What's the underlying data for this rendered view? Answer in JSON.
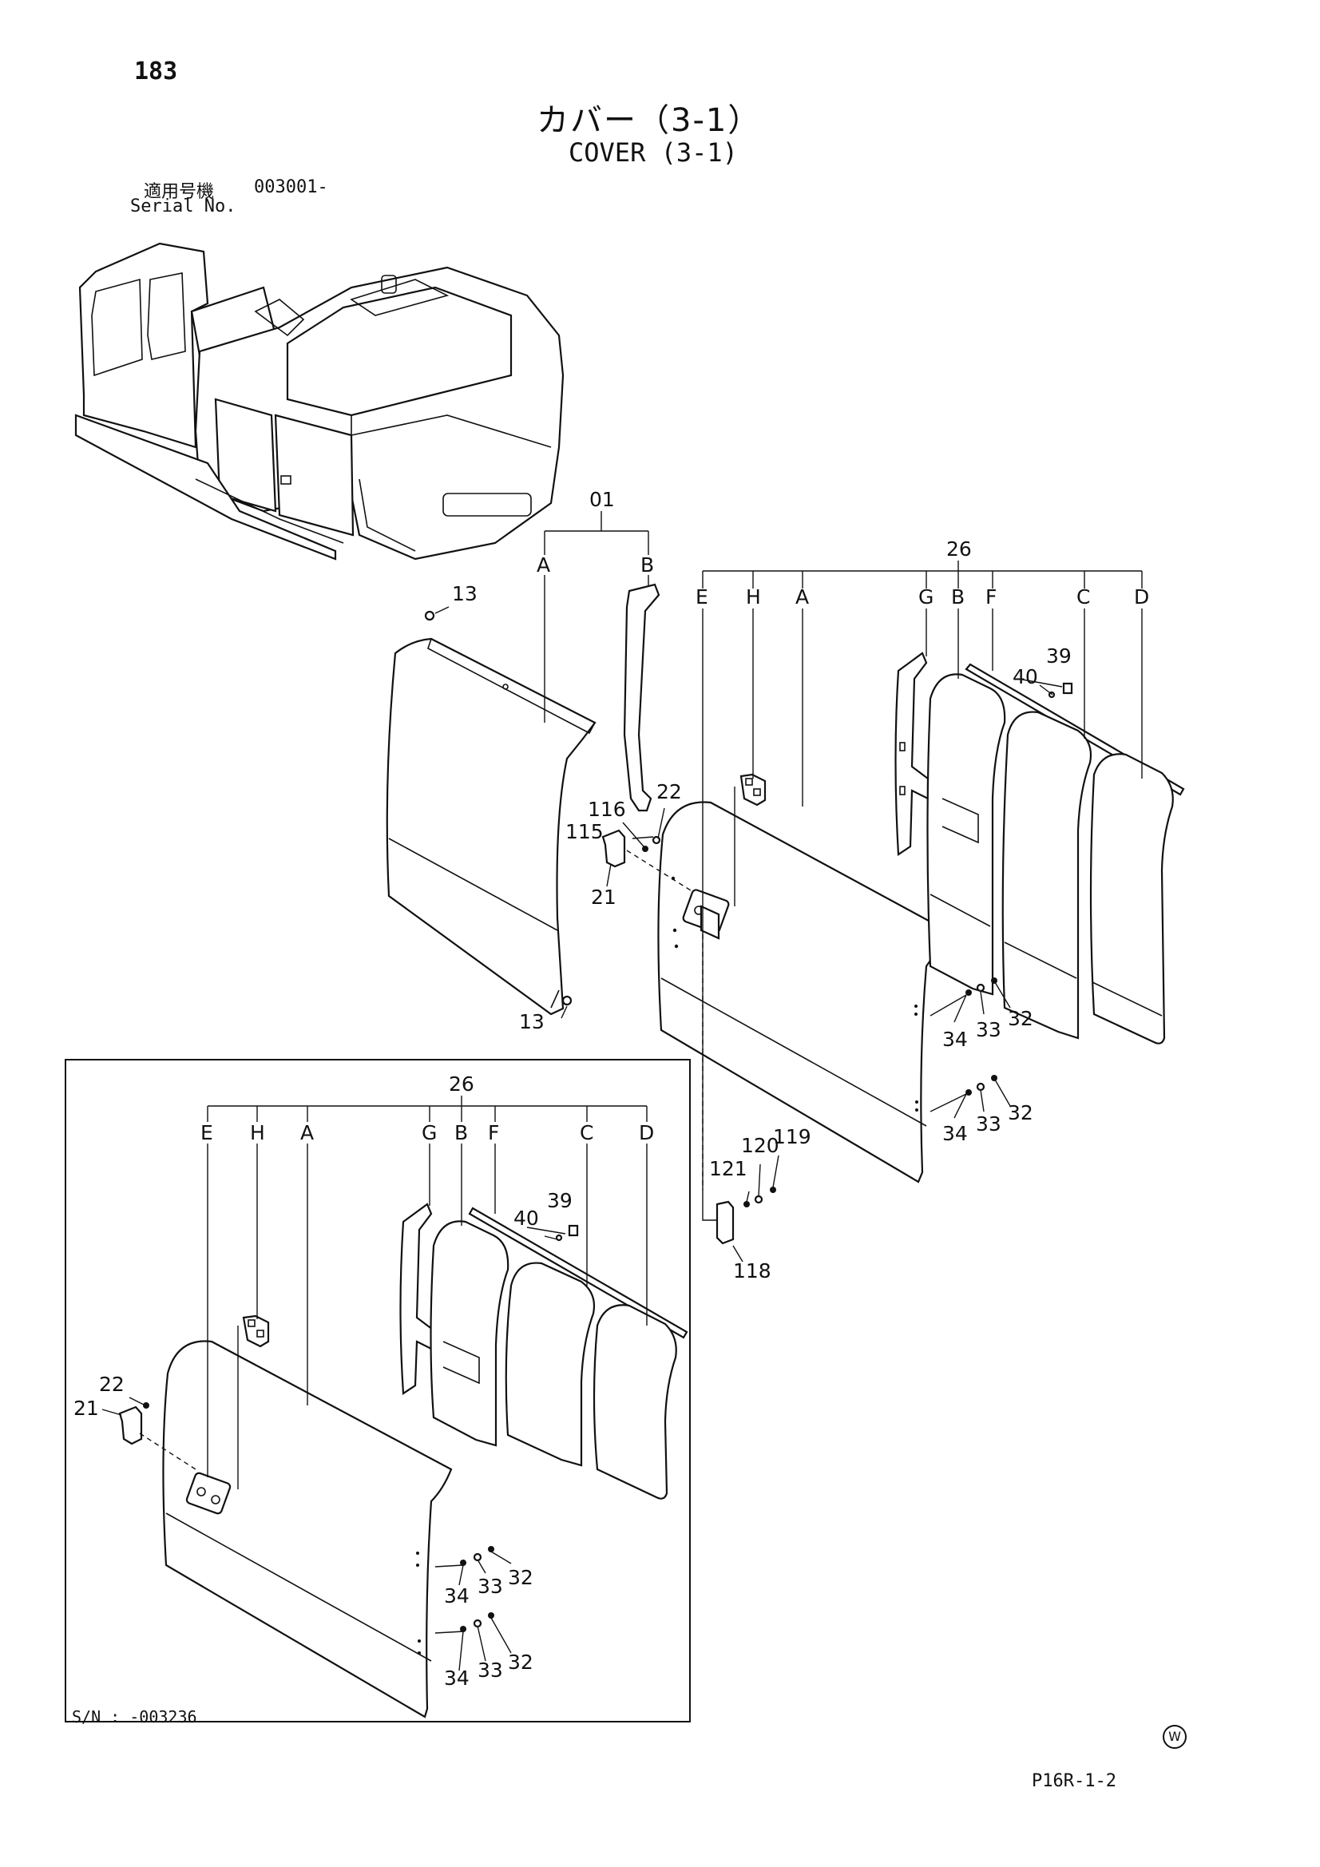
{
  "header": {
    "page_number": "183",
    "title_jp": "カバー（3-1）",
    "title_en": "COVER (3-1)",
    "serial_label_jp": "適用号機",
    "serial_range": "003001-",
    "serial_label_en": "Serial No."
  },
  "inset": {
    "serial_note": "S/N : -003236"
  },
  "footer": {
    "page_code": "P16R-1-2",
    "mark": "W"
  },
  "callouts": {
    "c01": "01",
    "c01_A": "A",
    "c01_B": "B",
    "c13_top": "13",
    "c13_bottom": "13",
    "c26": "26",
    "c26_E": "E",
    "c26_H": "H",
    "c26_A": "A",
    "c26_G": "G",
    "c26_B": "B",
    "c26_F": "F",
    "c26_C": "C",
    "c26_D": "D",
    "c39": "39",
    "c40": "40",
    "c116": "116",
    "c22": "22",
    "c115": "115",
    "c21": "21",
    "c34a": "34",
    "c33a": "33",
    "c32a": "32",
    "c34b": "34",
    "c33b": "33",
    "c32b": "32",
    "c120": "120",
    "c119": "119",
    "c121": "121",
    "c118": "118",
    "i26": "26",
    "i26_E": "E",
    "i26_H": "H",
    "i26_A": "A",
    "i26_G": "G",
    "i26_B": "B",
    "i26_F": "F",
    "i26_C": "C",
    "i26_D": "D",
    "i39": "39",
    "i40": "40",
    "i22": "22",
    "i21": "21",
    "i34a": "34",
    "i33a": "33",
    "i32a": "32",
    "i34b": "34",
    "i33b": "33",
    "i32b": "32"
  }
}
